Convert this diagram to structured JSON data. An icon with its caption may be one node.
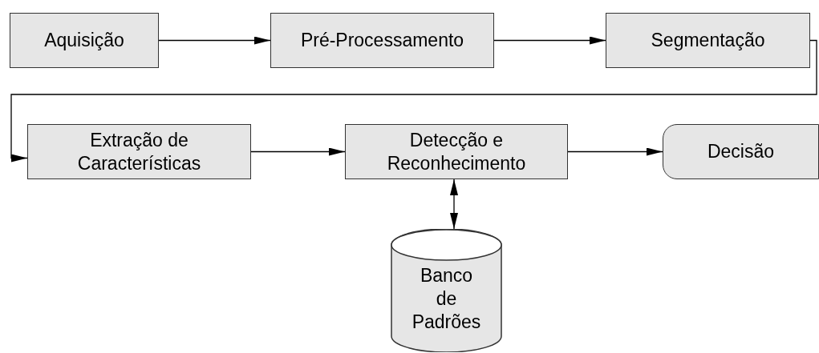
{
  "diagram": {
    "nodes": [
      {
        "text": [
          "Aquisição"
        ]
      },
      {
        "text": [
          "Pré-Processamento"
        ]
      },
      {
        "text": [
          "Segmentação"
        ]
      },
      {
        "text": [
          "Extração de Características"
        ]
      },
      {
        "text": [
          "Detecção e Reconhecimento"
        ]
      },
      {
        "text": [
          "Decisão"
        ]
      },
      {
        "text": [
          "Banco de Padrões"
        ]
      }
    ],
    "edges": [
      {
        "from": 0,
        "to": 1,
        "arrow": "to"
      },
      {
        "from": 1,
        "to": 2,
        "arrow": "to"
      },
      {
        "from": 2,
        "to": 3,
        "arrow": "to"
      },
      {
        "from": 3,
        "to": 4,
        "arrow": "to"
      },
      {
        "from": 4,
        "to": 5,
        "arrow": "to"
      },
      {
        "from": 4,
        "to": 6,
        "arrow": "both"
      }
    ]
  }
}
